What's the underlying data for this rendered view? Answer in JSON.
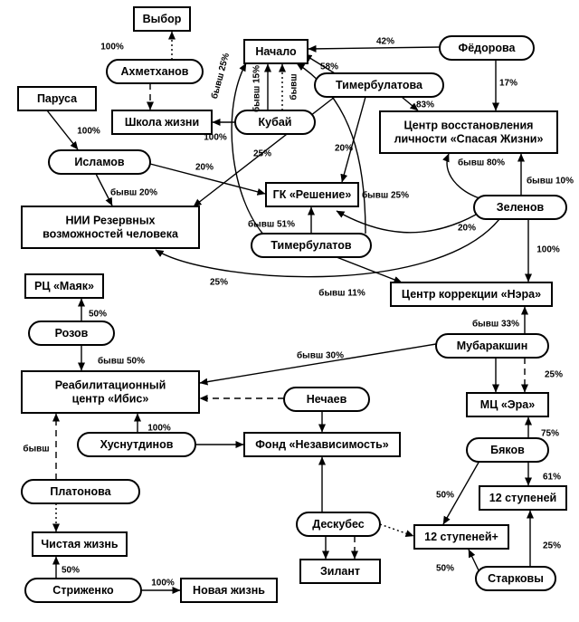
{
  "nodes": {
    "vybor": {
      "lines": [
        "Выбор"
      ],
      "kind": "org"
    },
    "akhmetkhanov": {
      "lines": [
        "Ахметханов"
      ],
      "kind": "person"
    },
    "shkola_zhizni": {
      "lines": [
        "Школа жизни"
      ],
      "kind": "org"
    },
    "nachalo": {
      "lines": [
        "Начало"
      ],
      "kind": "org"
    },
    "fedorova": {
      "lines": [
        "Фёдорова"
      ],
      "kind": "person"
    },
    "timerbulatova": {
      "lines": [
        "Тимербулатова"
      ],
      "kind": "person"
    },
    "kubay": {
      "lines": [
        "Кубай"
      ],
      "kind": "person"
    },
    "centr_spasaya": {
      "lines": [
        "Центр восстановления",
        "личности «Спасая Жизни»"
      ],
      "kind": "org"
    },
    "parusa": {
      "lines": [
        "Паруса"
      ],
      "kind": "org"
    },
    "islamov": {
      "lines": [
        "Исламов"
      ],
      "kind": "person"
    },
    "gk_reshenie": {
      "lines": [
        "ГК «Решение»"
      ],
      "kind": "org"
    },
    "nii": {
      "lines": [
        "НИИ Резервных",
        "возможностей человека"
      ],
      "kind": "org"
    },
    "zelenov": {
      "lines": [
        "Зеленов"
      ],
      "kind": "person"
    },
    "timerbulatov": {
      "lines": [
        "Тимербулатов"
      ],
      "kind": "person"
    },
    "rc_mayak": {
      "lines": [
        "РЦ «Маяк»"
      ],
      "kind": "org"
    },
    "centr_nera": {
      "lines": [
        "Центр коррекции «Нэра»"
      ],
      "kind": "org"
    },
    "rozov": {
      "lines": [
        "Розов"
      ],
      "kind": "person"
    },
    "mubarakshin": {
      "lines": [
        "Мубаракшин"
      ],
      "kind": "person"
    },
    "ibis": {
      "lines": [
        "Реабилитационный",
        "центр «Ибис»"
      ],
      "kind": "org"
    },
    "nechaev": {
      "lines": [
        "Нечаев"
      ],
      "kind": "person"
    },
    "mc_era": {
      "lines": [
        "МЦ «Эра»"
      ],
      "kind": "org"
    },
    "khusnutdinov": {
      "lines": [
        "Хуснутдинов"
      ],
      "kind": "person"
    },
    "fond": {
      "lines": [
        "Фонд «Независимость»"
      ],
      "kind": "org"
    },
    "byakov": {
      "lines": [
        "Бяков"
      ],
      "kind": "person"
    },
    "platonova": {
      "lines": [
        "Платонова"
      ],
      "kind": "person"
    },
    "stupeney12": {
      "lines": [
        "12 ступеней"
      ],
      "kind": "org"
    },
    "deskubes": {
      "lines": [
        "Дескубес"
      ],
      "kind": "person"
    },
    "chistaya": {
      "lines": [
        "Чистая жизнь"
      ],
      "kind": "org"
    },
    "stupeney12plus": {
      "lines": [
        "12 ступеней+"
      ],
      "kind": "org"
    },
    "zilant": {
      "lines": [
        "Зилант"
      ],
      "kind": "org"
    },
    "strizhenko": {
      "lines": [
        "Стриженко"
      ],
      "kind": "person"
    },
    "novaya": {
      "lines": [
        "Новая жизнь"
      ],
      "kind": "org"
    },
    "starkovy": {
      "lines": [
        "Старковы"
      ],
      "kind": "person"
    }
  },
  "edges": [
    {
      "id": "akhmetkhanov-vybor",
      "from": "akhmetkhanov",
      "to": "vybor",
      "style": "dotted",
      "label": "100%"
    },
    {
      "id": "akhmetkhanov-shkola",
      "from": "akhmetkhanov",
      "to": "shkola_zhizni",
      "style": "dashed",
      "label": ""
    },
    {
      "id": "kubay-shkola",
      "from": "kubay",
      "to": "shkola_zhizni",
      "style": "solid",
      "label": "100%"
    },
    {
      "id": "kubay-nachalo-solid",
      "from": "kubay",
      "to": "nachalo",
      "style": "solid",
      "label": "бывш 15%"
    },
    {
      "id": "kubay-nachalo-dotted",
      "from": "kubay",
      "to": "nachalo",
      "style": "dotted",
      "label": "бывш"
    },
    {
      "id": "fedorova-nachalo",
      "from": "fedorova",
      "to": "nachalo",
      "style": "solid",
      "label": "42%"
    },
    {
      "id": "fedorova-spasaya",
      "from": "fedorova",
      "to": "centr_spasaya",
      "style": "solid",
      "label": "17%"
    },
    {
      "id": "timerbulatova-nachalo",
      "from": "timerbulatova",
      "to": "nachalo",
      "style": "solid",
      "label": "58%"
    },
    {
      "id": "timerbulatova-spasaya",
      "from": "timerbulatova",
      "to": "centr_spasaya",
      "style": "solid",
      "label": "83%"
    },
    {
      "id": "timerbulatova-reshenie",
      "from": "timerbulatova",
      "to": "gk_reshenie",
      "style": "solid",
      "label": "20%"
    },
    {
      "id": "timerbulatova-nii",
      "from": "timerbulatova",
      "to": "nii",
      "style": "solid",
      "label": "25%"
    },
    {
      "id": "parusa-islamov",
      "from": "parusa",
      "to": "islamov",
      "style": "solid",
      "label": "100%"
    },
    {
      "id": "islamov-reshenie",
      "from": "islamov",
      "to": "gk_reshenie",
      "style": "solid",
      "label": "20%"
    },
    {
      "id": "islamov-nii",
      "from": "islamov",
      "to": "nii",
      "style": "solid",
      "label": "бывш 20%"
    },
    {
      "id": "timerbulatov-nachalo-left",
      "from": "timerbulatov",
      "to": "nachalo",
      "style": "solid",
      "label": "бывш 25%"
    },
    {
      "id": "timerbulatov-nachalo-right",
      "from": "timerbulatov",
      "to": "nachalo",
      "style": "solid",
      "label": "бывш 25%"
    },
    {
      "id": "timerbulatov-reshenie",
      "from": "timerbulatov",
      "to": "gk_reshenie",
      "style": "solid",
      "label": "бывш 51%"
    },
    {
      "id": "timerbulatov-nera",
      "from": "timerbulatov",
      "to": "centr_nera",
      "style": "solid",
      "label": "бывш 11%"
    },
    {
      "id": "zelenov-spasaya-up",
      "from": "zelenov",
      "to": "centr_spasaya",
      "style": "solid",
      "label": "бывш 10%"
    },
    {
      "id": "zelenov-spasaya-left",
      "from": "zelenov",
      "to": "centr_spasaya",
      "style": "solid",
      "label": "бывш 80%"
    },
    {
      "id": "zelenov-reshenie",
      "from": "zelenov",
      "to": "gk_reshenie",
      "style": "solid",
      "label": "20%"
    },
    {
      "id": "zelenov-nii",
      "from": "zelenov",
      "to": "nii",
      "style": "solid",
      "label": "25%"
    },
    {
      "id": "zelenov-nera",
      "from": "zelenov",
      "to": "centr_nera",
      "style": "solid",
      "label": "100%"
    },
    {
      "id": "rozov-mayak",
      "from": "rozov",
      "to": "rc_mayak",
      "style": "solid",
      "label": "50%"
    },
    {
      "id": "rozov-ibis",
      "from": "rozov",
      "to": "ibis",
      "style": "solid",
      "label": "бывш 50%"
    },
    {
      "id": "mubarakshin-nera",
      "from": "mubarakshin",
      "to": "centr_nera",
      "style": "solid",
      "label": "бывш 33%"
    },
    {
      "id": "mubarakshin-ibis",
      "from": "mubarakshin",
      "to": "ibis",
      "style": "solid",
      "label": "бывш 30%"
    },
    {
      "id": "mubarakshin-era-solid",
      "from": "mubarakshin",
      "to": "mc_era",
      "style": "solid",
      "label": ""
    },
    {
      "id": "mubarakshin-era-dashed",
      "from": "mubarakshin",
      "to": "mc_era",
      "style": "dashed",
      "label": "25%"
    },
    {
      "id": "nechaev-ibis",
      "from": "nechaev",
      "to": "ibis",
      "style": "dashed",
      "label": ""
    },
    {
      "id": "nechaev-fond",
      "from": "nechaev",
      "to": "fond",
      "style": "solid",
      "label": ""
    },
    {
      "id": "khusnutdinov-ibis",
      "from": "khusnutdinov",
      "to": "ibis",
      "style": "solid",
      "label": "100%"
    },
    {
      "id": "khusnutdinov-fond",
      "from": "khusnutdinov",
      "to": "fond",
      "style": "solid",
      "label": ""
    },
    {
      "id": "platonova-ibis",
      "from": "platonova",
      "to": "ibis",
      "style": "dashed",
      "label": "бывш"
    },
    {
      "id": "platonova-chistaya",
      "from": "platonova",
      "to": "chistaya",
      "style": "dotted",
      "label": ""
    },
    {
      "id": "byakov-era",
      "from": "byakov",
      "to": "mc_era",
      "style": "solid",
      "label": "75%"
    },
    {
      "id": "byakov-12",
      "from": "byakov",
      "to": "stupeney12",
      "style": "solid",
      "label": "61%"
    },
    {
      "id": "byakov-12plus",
      "from": "byakov",
      "to": "stupeney12plus",
      "style": "solid",
      "label": "50%"
    },
    {
      "id": "deskubes-fond",
      "from": "deskubes",
      "to": "fond",
      "style": "solid",
      "label": ""
    },
    {
      "id": "deskubes-zilant-solid",
      "from": "deskubes",
      "to": "zilant",
      "style": "solid",
      "label": ""
    },
    {
      "id": "deskubes-zilant-dashed",
      "from": "deskubes",
      "to": "zilant",
      "style": "dashed",
      "label": ""
    },
    {
      "id": "deskubes-12plus",
      "from": "deskubes",
      "to": "stupeney12plus",
      "style": "dotted",
      "label": ""
    },
    {
      "id": "strizhenko-chistaya",
      "from": "strizhenko",
      "to": "chistaya",
      "style": "solid",
      "label": "50%"
    },
    {
      "id": "strizhenko-novaya",
      "from": "strizhenko",
      "to": "novaya",
      "style": "solid",
      "label": "100%"
    },
    {
      "id": "starkovy-12",
      "from": "starkovy",
      "to": "stupeney12",
      "style": "solid",
      "label": "25%"
    },
    {
      "id": "starkovy-12plus",
      "from": "starkovy",
      "to": "stupeney12plus",
      "style": "solid",
      "label": "50%"
    }
  ]
}
